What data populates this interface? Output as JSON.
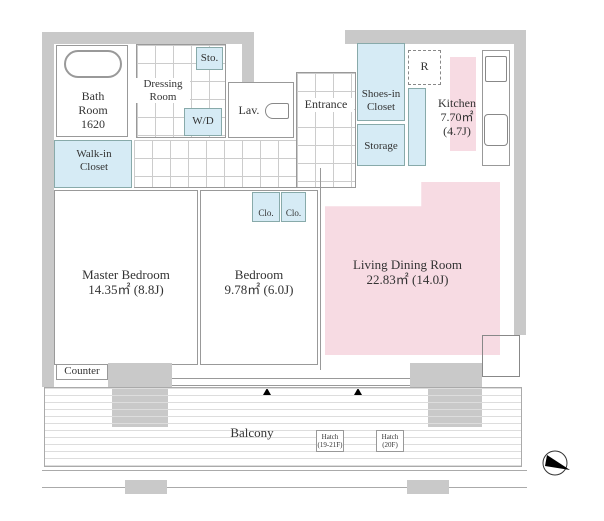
{
  "rooms": {
    "bath": {
      "name": "Bath Room",
      "size": "1620"
    },
    "dressing": {
      "name": "Dressing Room"
    },
    "storage_small": {
      "name": "Sto."
    },
    "washer_dryer": {
      "name": "W/D"
    },
    "lavatory": {
      "name": "Lav."
    },
    "entrance": {
      "name": "Entrance"
    },
    "shoes_closet": {
      "name": "Shoes-in Closet"
    },
    "storage": {
      "name": "Storage"
    },
    "fridge": {
      "name": "R"
    },
    "kitchen": {
      "name": "Kitchen",
      "area": "7.70㎡",
      "jo": "(4.7J)"
    },
    "walk_in_closet": {
      "name": "Walk-in Closet"
    },
    "master_bedroom": {
      "name": "Master Bedroom",
      "area": "14.35㎡ (8.8J)"
    },
    "bedroom": {
      "name": "Bedroom",
      "area": "9.78㎡ (6.0J)"
    },
    "closet_a": {
      "name": "Clo."
    },
    "closet_b": {
      "name": "Clo."
    },
    "ldr": {
      "name": "Living Dining Room",
      "area": "22.83㎡ (14.0J)"
    },
    "counter": {
      "name": "Counter"
    },
    "balcony": {
      "name": "Balcony"
    },
    "hatch_a": {
      "name": "Hatch",
      "floors": "(19-21F)"
    },
    "hatch_b": {
      "name": "Hatch",
      "floors": "(20F)"
    }
  },
  "colors": {
    "wall": "#c9c9c9",
    "closet": "#d6ebf5",
    "living": "#f7dbe3"
  }
}
